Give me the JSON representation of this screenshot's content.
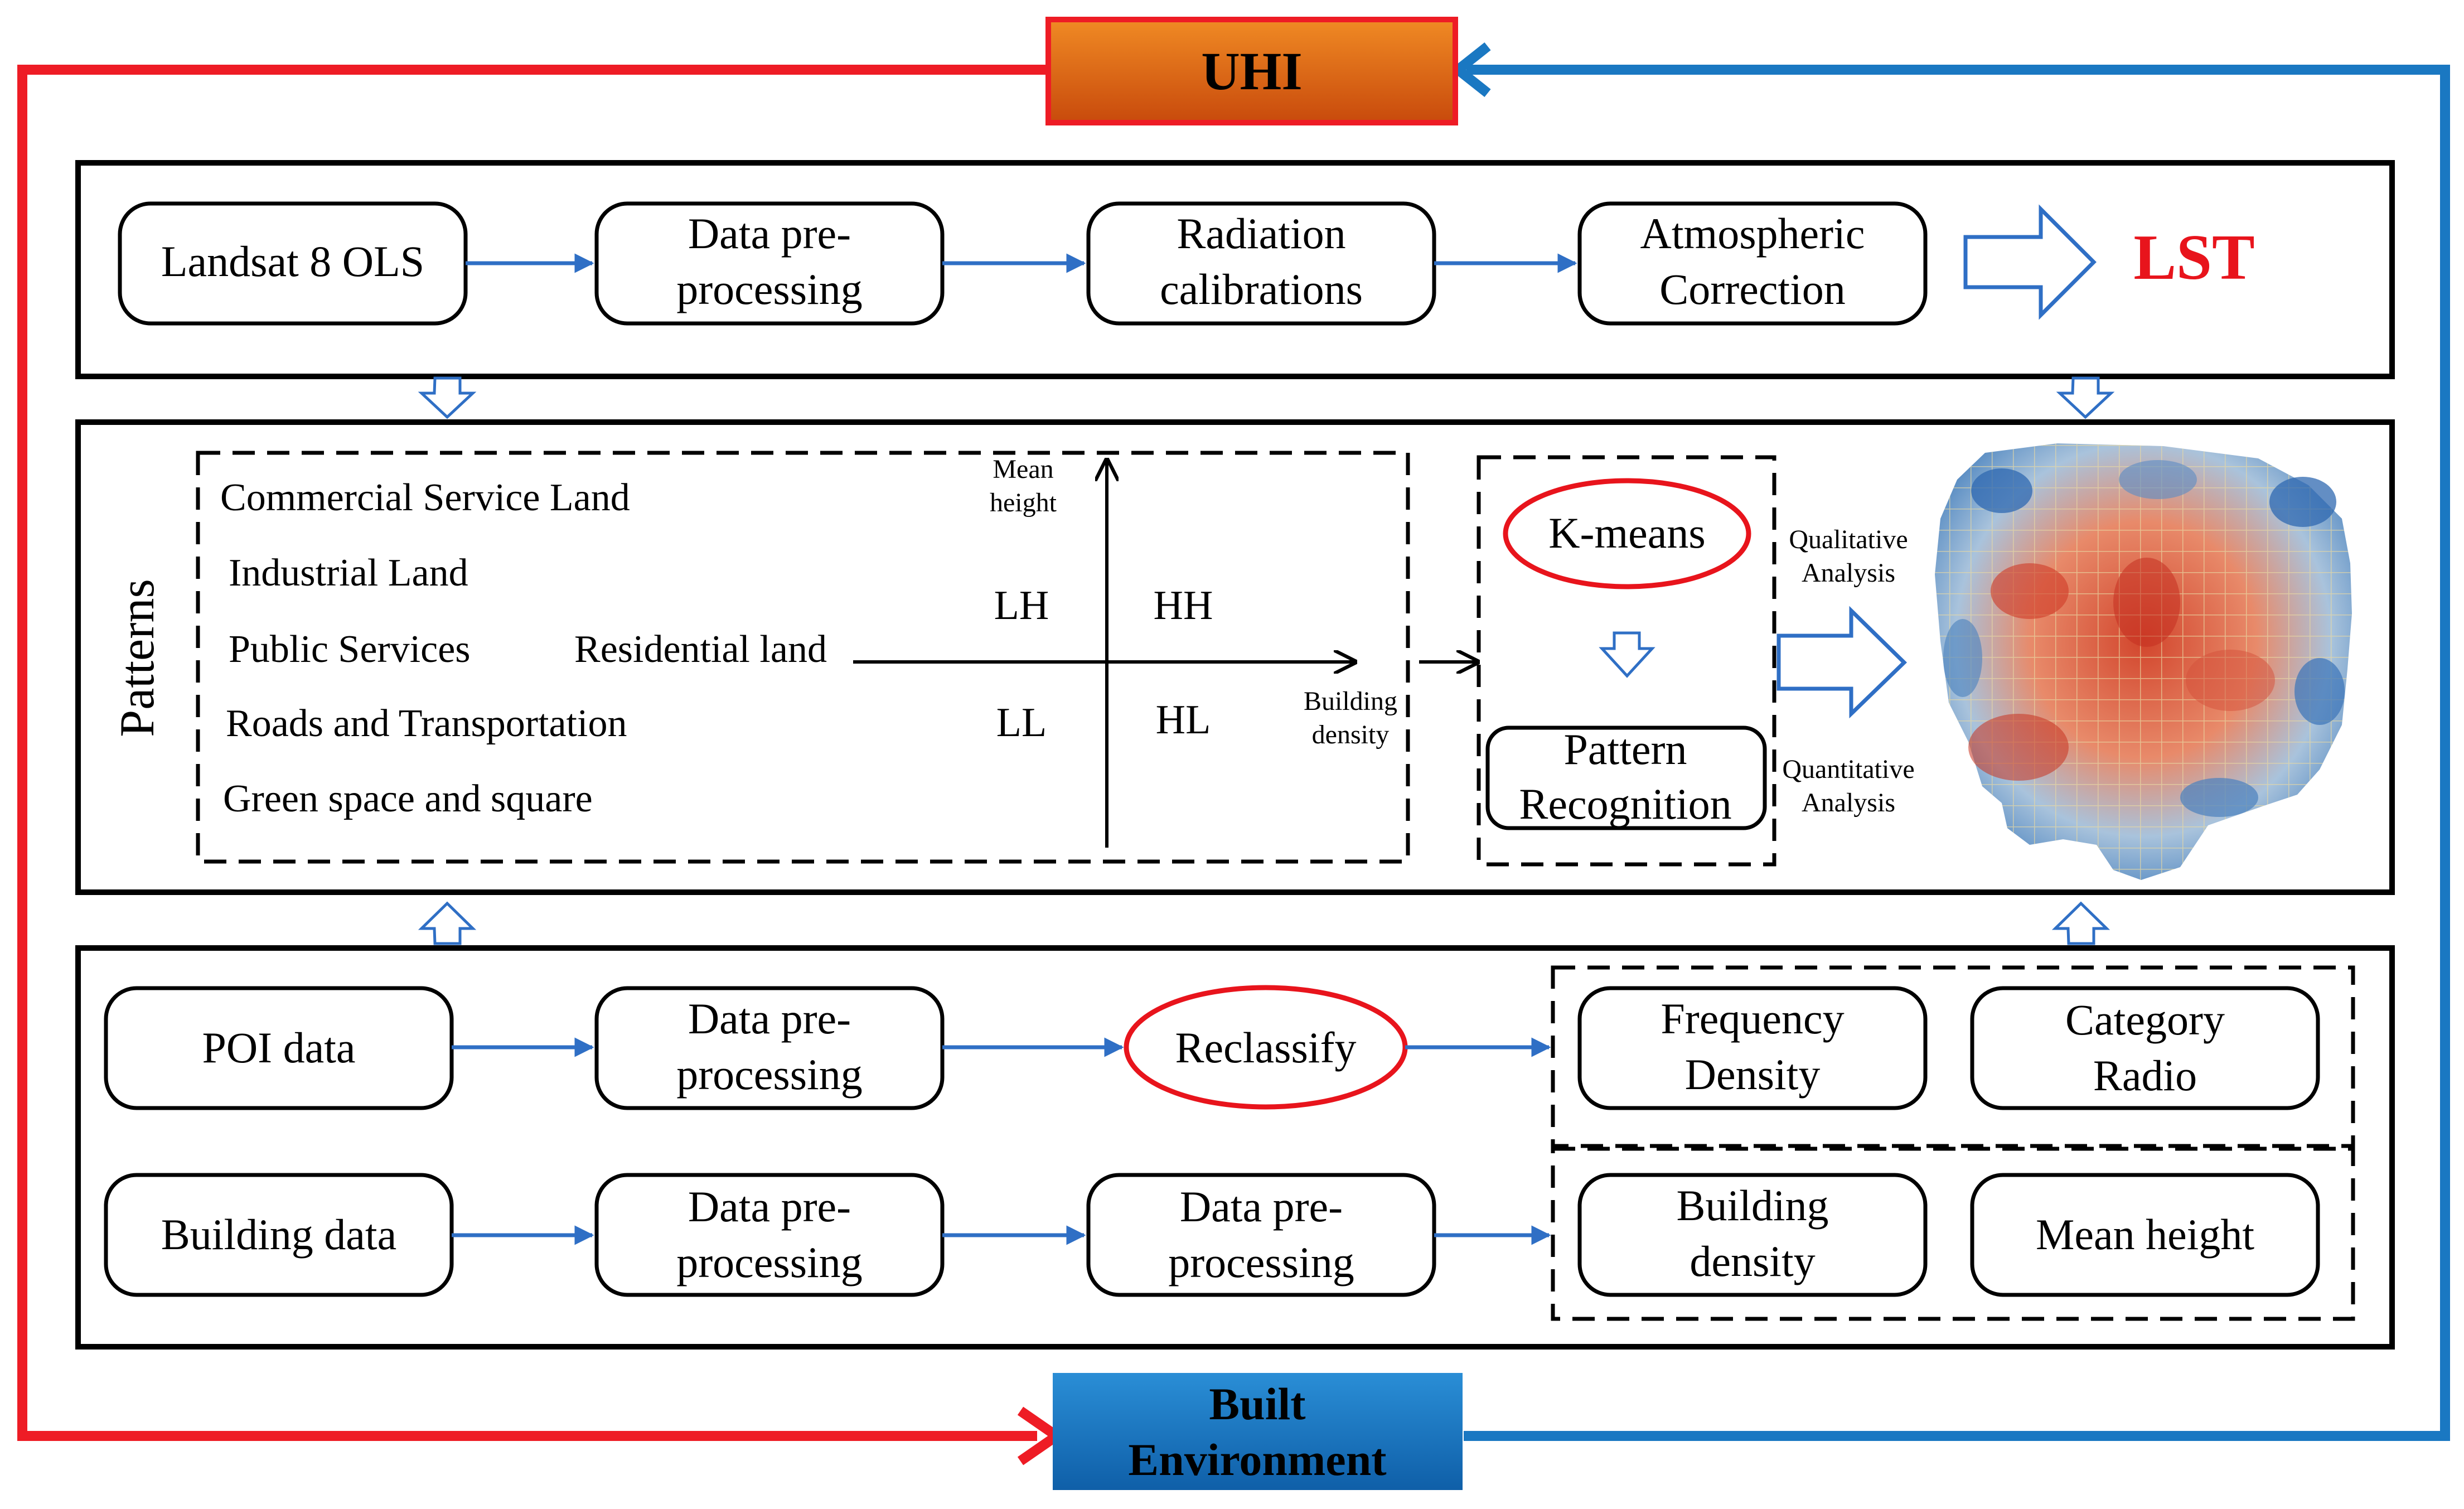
{
  "uhi": {
    "label": "UHI",
    "color": "#e8741c"
  },
  "built": {
    "line1": "Built",
    "line2": "Environment",
    "color": "#1a78c2"
  },
  "lst": {
    "label": "LST",
    "color": "#e8141c"
  },
  "top_row": {
    "landsat": "Landsat 8 OLS",
    "prep_l1": "Data pre-",
    "prep_l2": "processing",
    "rad_l1": "Radiation",
    "rad_l2": "calibrations",
    "atm_l1": "Atmospheric",
    "atm_l2": "Correction"
  },
  "patterns": {
    "side_label": "Patterns",
    "land_uses": [
      "Commercial Service Land",
      "Industrial Land",
      "Public Services",
      "Roads and Transportation",
      "Green space and square"
    ],
    "residential": "Residential land",
    "axis_y_l1": "Mean",
    "axis_y_l2": "height",
    "axis_x_l1": "Building",
    "axis_x_l2": "density",
    "quadrants": {
      "lh": "LH",
      "hh": "HH",
      "ll": "LL",
      "hl": "HL"
    },
    "kmeans": "K-means",
    "pattern_l1": "Pattern",
    "pattern_l2": "Recognition",
    "qual_l1": "Qualitative",
    "qual_l2": "Analysis",
    "quant_l1": "Quantitative",
    "quant_l2": "Analysis"
  },
  "bottom_rows": {
    "poi": "POI data",
    "prep1_l1": "Data pre-",
    "prep1_l2": "processing",
    "reclassify": "Reclassify",
    "freq_l1": "Frequency",
    "freq_l2": "Density",
    "cat_l1": "Category",
    "cat_l2": "Radio",
    "building": "Building data",
    "prep2_l1": "Data pre-",
    "prep2_l2": "processing",
    "prep3_l1": "Data pre-",
    "prep3_l2": "processing",
    "bd_l1": "Building",
    "bd_l2": "density",
    "mean_height": "Mean height"
  },
  "colors": {
    "red_loop": "#ee1c25",
    "blue_loop": "#1a78c2",
    "flow_arrow": "#2f6fc5"
  }
}
